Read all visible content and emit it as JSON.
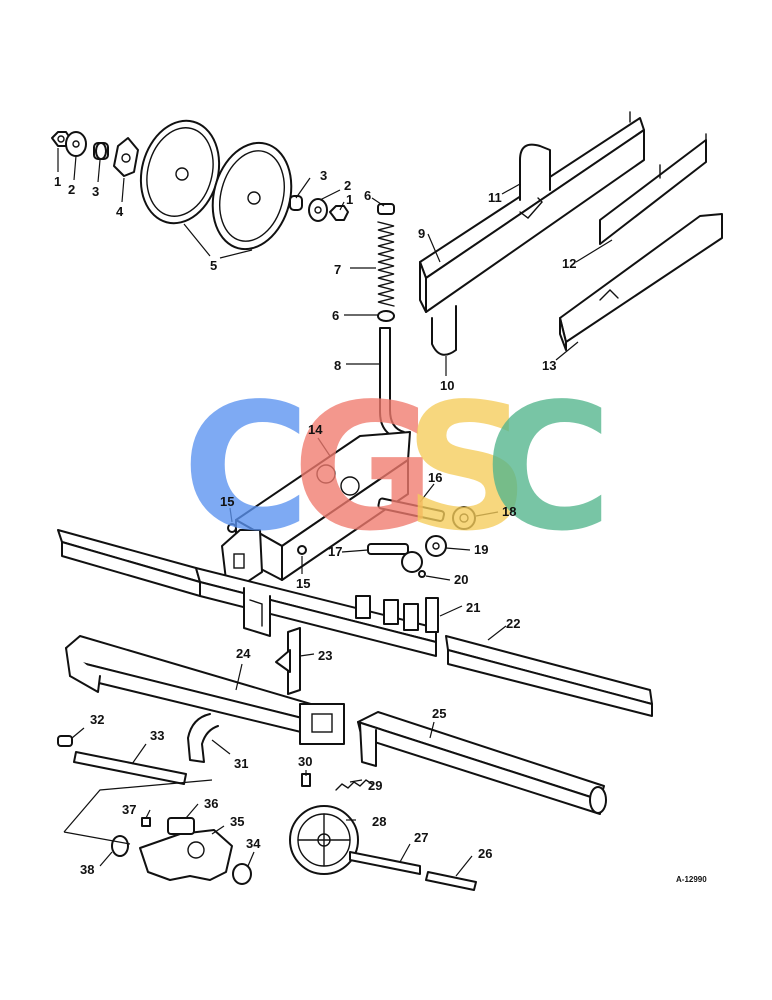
{
  "callouts": [
    {
      "label": "1"
    },
    {
      "label": "2"
    },
    {
      "label": "3"
    },
    {
      "label": "4"
    },
    {
      "label": "5"
    },
    {
      "label": "3"
    },
    {
      "label": "2"
    },
    {
      "label": "1"
    },
    {
      "label": "6"
    },
    {
      "label": "7"
    },
    {
      "label": "6"
    },
    {
      "label": "8"
    },
    {
      "label": "9"
    },
    {
      "label": "10"
    },
    {
      "label": "11"
    },
    {
      "label": "12"
    },
    {
      "label": "13"
    },
    {
      "label": "14"
    },
    {
      "label": "15"
    },
    {
      "label": "15"
    },
    {
      "label": "16"
    },
    {
      "label": "17"
    },
    {
      "label": "18"
    },
    {
      "label": "19"
    },
    {
      "label": "20"
    },
    {
      "label": "21"
    },
    {
      "label": "22"
    },
    {
      "label": "23"
    },
    {
      "label": "24"
    },
    {
      "label": "25"
    },
    {
      "label": "26"
    },
    {
      "label": "27"
    },
    {
      "label": "28"
    },
    {
      "label": "29"
    },
    {
      "label": "30"
    },
    {
      "label": "31"
    },
    {
      "label": "32"
    },
    {
      "label": "33"
    },
    {
      "label": "34"
    },
    {
      "label": "35"
    },
    {
      "label": "36"
    },
    {
      "label": "37"
    },
    {
      "label": "38"
    }
  ],
  "reference_code": "A-12990",
  "watermark": {
    "letters": [
      {
        "char": "C",
        "color": "#5b93f0"
      },
      {
        "char": "G",
        "color": "#f07a6e"
      },
      {
        "char": "S",
        "color": "#f5cc5a"
      },
      {
        "char": "C",
        "color": "#53b58d"
      }
    ]
  }
}
